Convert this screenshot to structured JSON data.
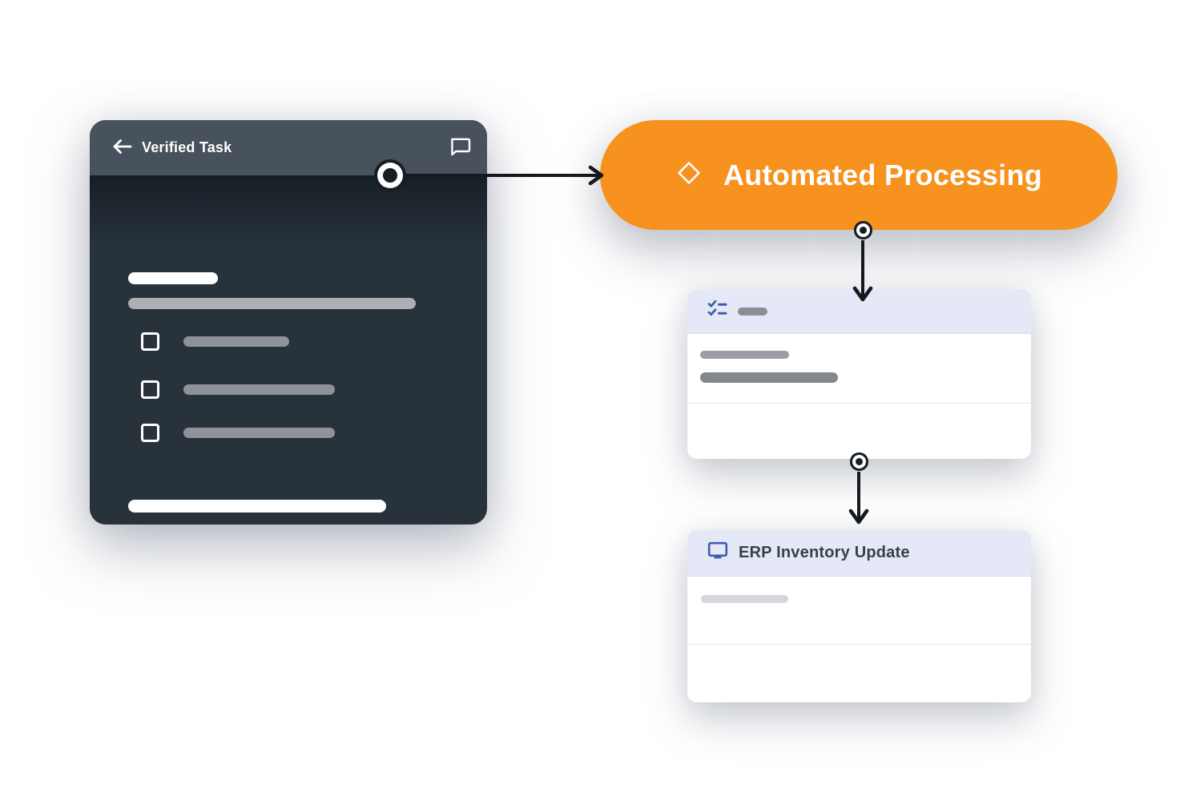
{
  "task_card": {
    "title": "Verified Task",
    "back_icon": "back-arrow",
    "chat_icon": "chat-bubble",
    "checklist_count": 3,
    "header_color": "#47525D",
    "body_color": "#28323B"
  },
  "process_node": {
    "label": "Automated Processing",
    "icon": "diamond-outline",
    "color": "#F7921E",
    "text_color": "#FFFFFF"
  },
  "checklist_card": {
    "icon": "checklist",
    "icon_color": "#3D5EAE",
    "header_color": "#E5E9F7"
  },
  "erp_card": {
    "title": "ERP Inventory Update",
    "icon": "desktop-monitor",
    "icon_color": "#3D5EAE",
    "title_color": "#37414B",
    "header_color": "#E5E9F7"
  },
  "connectors": {
    "stroke_color": "#15191D",
    "style": "bullseye-dot-with-arrow",
    "count": 3
  }
}
